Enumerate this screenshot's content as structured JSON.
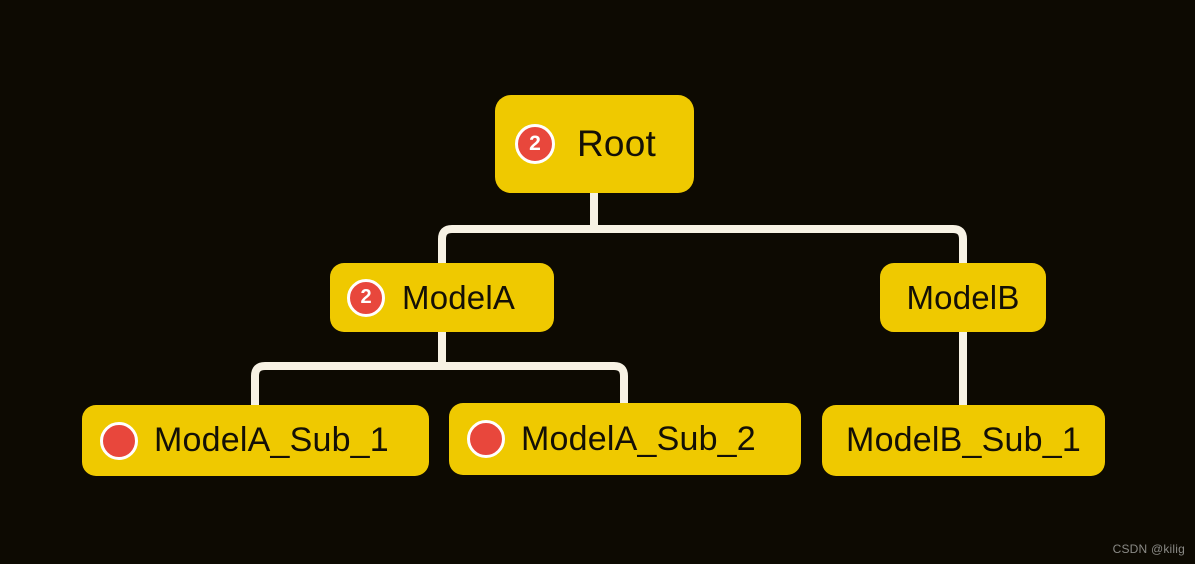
{
  "canvas": {
    "background_color": "#0D0A02",
    "node_color": "#EFC900",
    "node_text_color": "#141006",
    "edge_color": "#F7F2E4",
    "badge_color": "#E8473C",
    "badge_ring_color": "#FFFFFF"
  },
  "diagram": {
    "type": "tree",
    "nodes": [
      {
        "id": "root",
        "label": "Root",
        "badge": "2",
        "has_badge": true,
        "level": 0
      },
      {
        "id": "modela",
        "label": "ModelA",
        "badge": "2",
        "has_badge": true,
        "level": 1
      },
      {
        "id": "modelb",
        "label": "ModelB",
        "badge": "",
        "has_badge": false,
        "level": 1
      },
      {
        "id": "modela_sub_1",
        "label": "ModelA_Sub_1",
        "badge": "",
        "has_badge": true,
        "level": 2
      },
      {
        "id": "modela_sub_2",
        "label": "ModelA_Sub_2",
        "badge": "",
        "has_badge": true,
        "level": 2
      },
      {
        "id": "modelb_sub_1",
        "label": "ModelB_Sub_1",
        "badge": "",
        "has_badge": false,
        "level": 2
      }
    ],
    "edges": [
      {
        "from": "root",
        "to": "modela"
      },
      {
        "from": "root",
        "to": "modelb"
      },
      {
        "from": "modela",
        "to": "modela_sub_1"
      },
      {
        "from": "modela",
        "to": "modela_sub_2"
      },
      {
        "from": "modelb",
        "to": "modelb_sub_1"
      }
    ]
  },
  "watermark": {
    "text": "CSDN @kilig"
  }
}
